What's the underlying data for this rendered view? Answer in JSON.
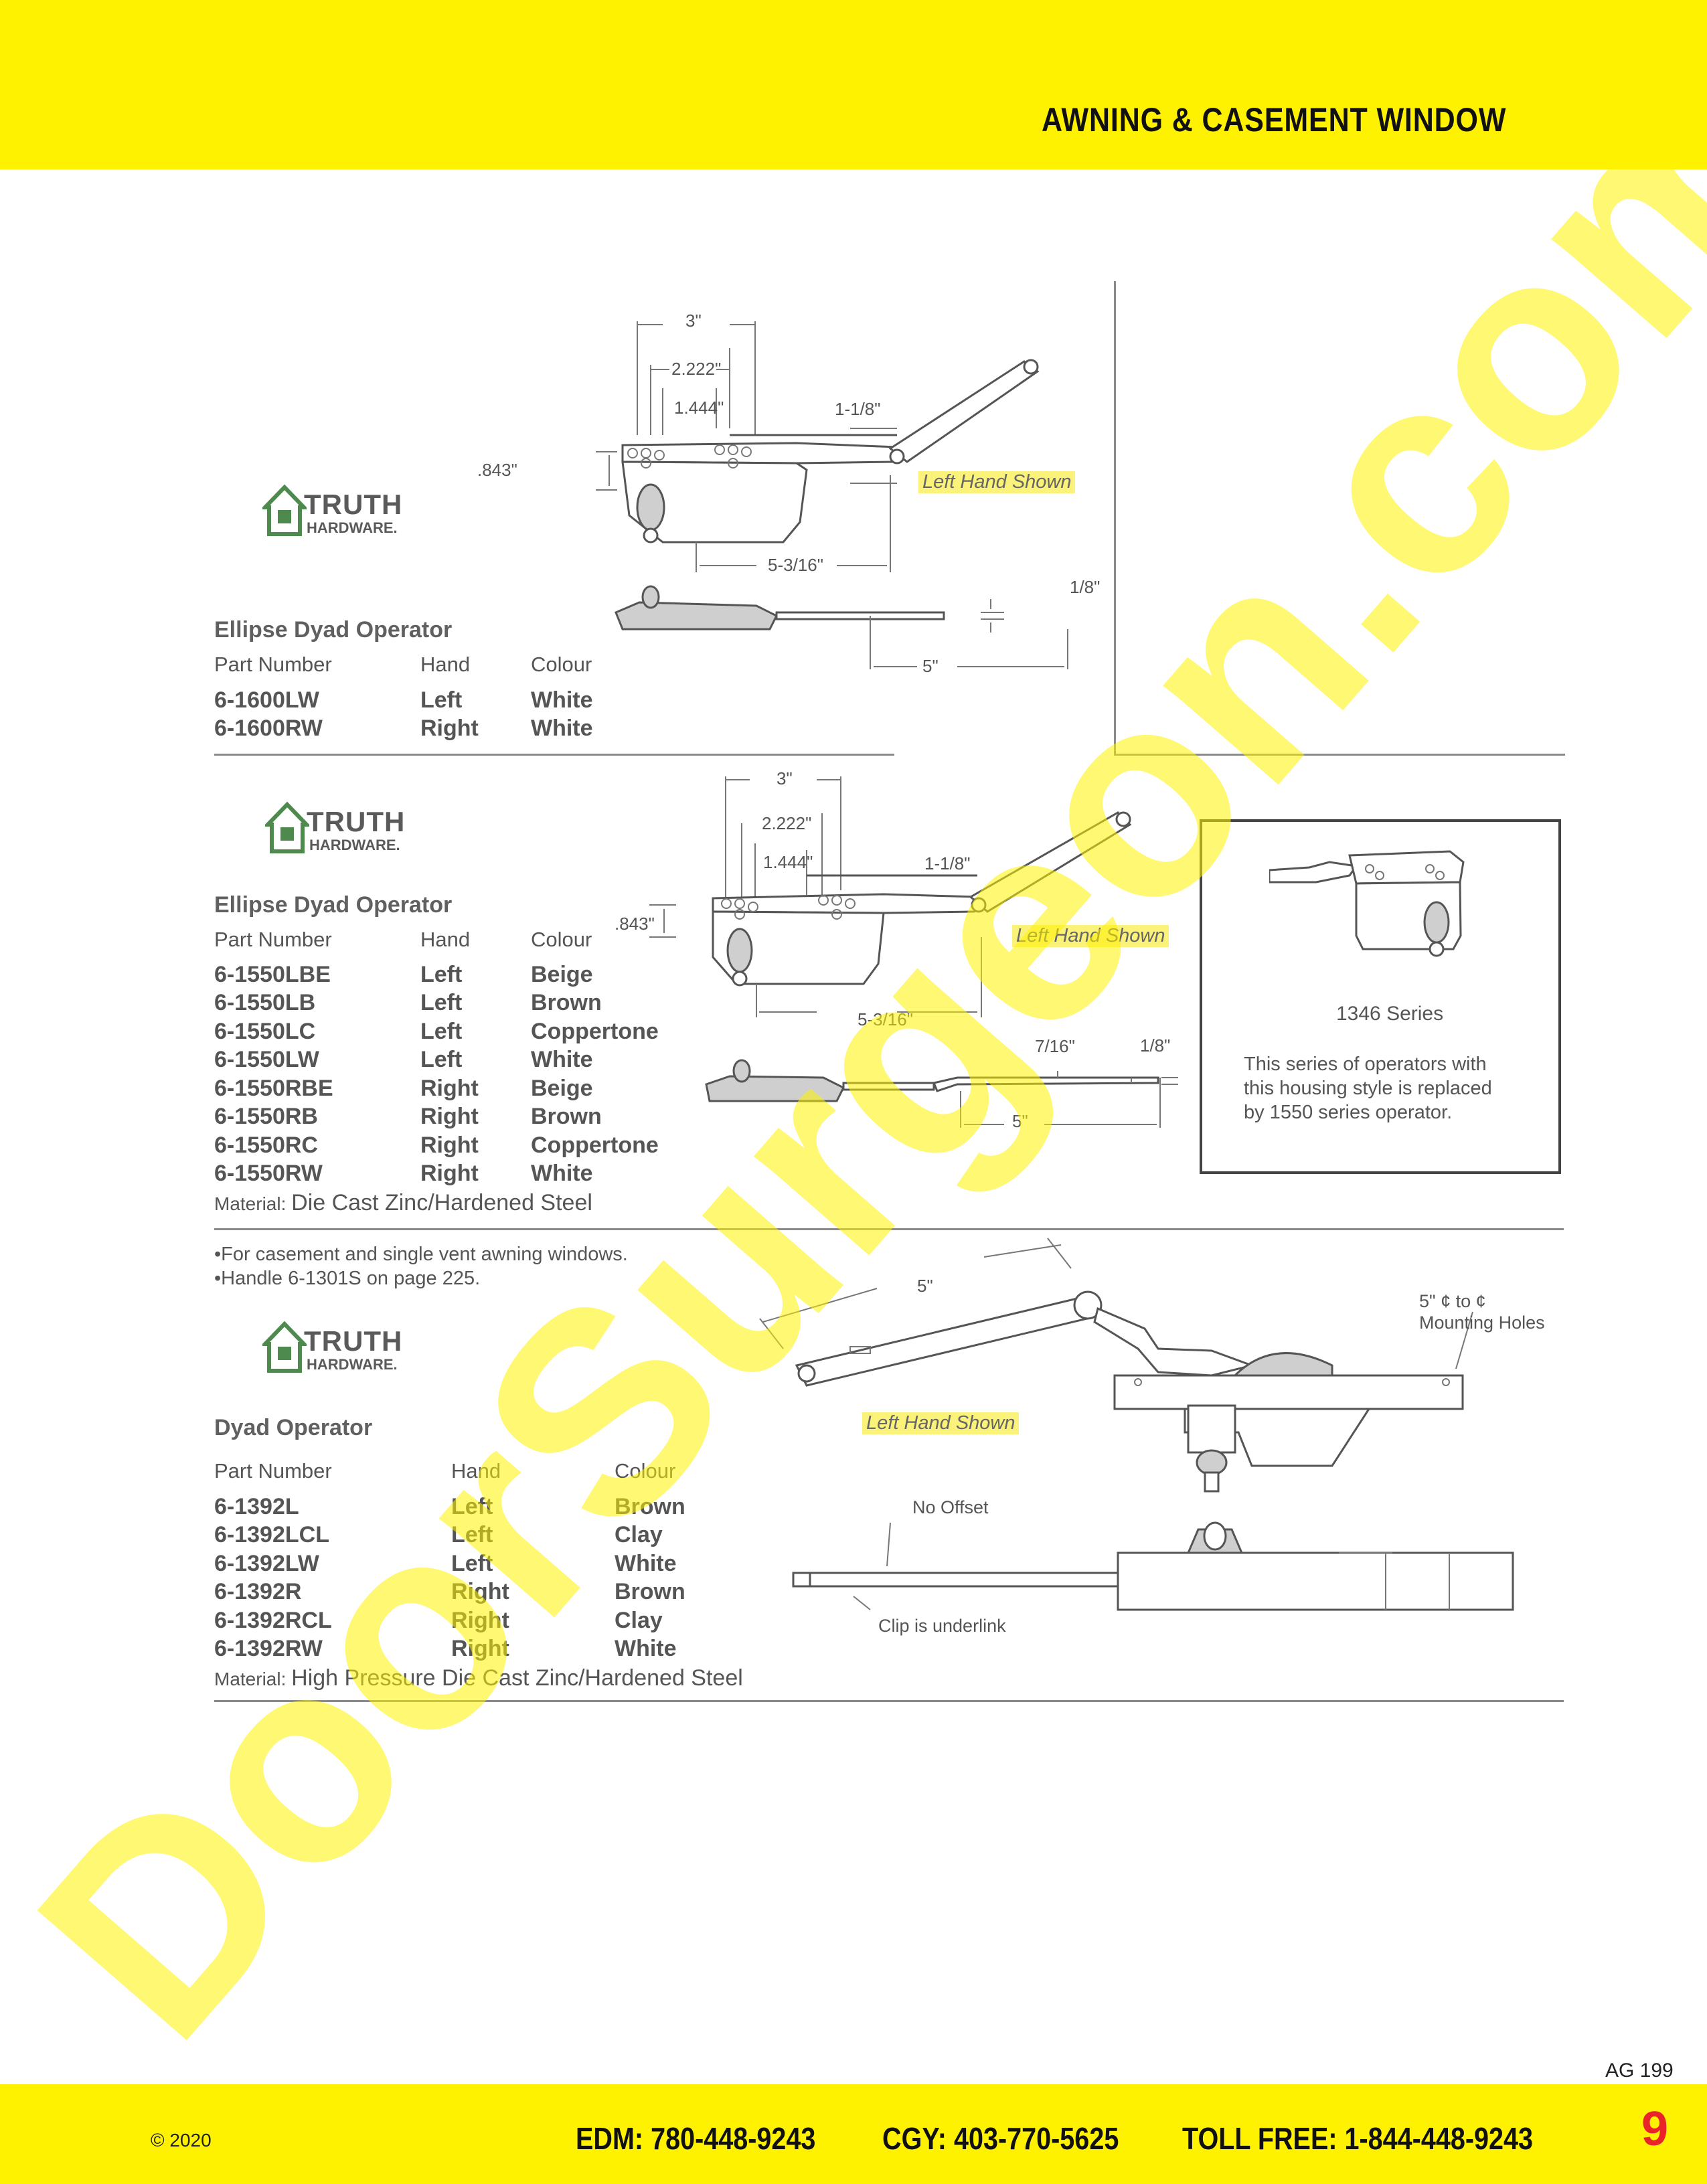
{
  "header": {
    "title": "AWNING & CASEMENT WINDOW"
  },
  "watermark": {
    "text": "DoorSurgeon.com"
  },
  "brand": {
    "word1": "TRUTH",
    "word2": "HARDWARE."
  },
  "labels": {
    "left_hand_shown": "Left Hand Shown",
    "material_label": "Material:"
  },
  "product1": {
    "title": "Ellipse Dyad Operator",
    "columns": [
      "Part Number",
      "Hand",
      "Colour"
    ],
    "rows": [
      [
        "6-1600LW",
        "Left",
        "White"
      ],
      [
        "6-1600RW",
        "Right",
        "White"
      ]
    ],
    "dims": {
      "d3": "3\"",
      "d2222": "2.222\"",
      "d1444": "1.444\"",
      "d118": "1-1/8\"",
      "d843": ".843\"",
      "d5316": "5-3/16\"",
      "d18": "1/8\"",
      "d5": "5\""
    }
  },
  "product2": {
    "title": "Ellipse Dyad Operator",
    "columns": [
      "Part Number",
      "Hand",
      "Colour"
    ],
    "rows": [
      [
        "6-1550LBE",
        "Left",
        "Beige"
      ],
      [
        "6-1550LB",
        "Left",
        "Brown"
      ],
      [
        "6-1550LC",
        "Left",
        "Coppertone"
      ],
      [
        "6-1550LW",
        "Left",
        "White"
      ],
      [
        "6-1550RBE",
        "Right",
        "Beige"
      ],
      [
        "6-1550RB",
        "Right",
        "Brown"
      ],
      [
        "6-1550RC",
        "Right",
        "Coppertone"
      ],
      [
        "6-1550RW",
        "Right",
        "White"
      ]
    ],
    "material": "Die Cast Zinc/Hardened Steel",
    "dims": {
      "d3": "3\"",
      "d2222": "2.222\"",
      "d1444": "1.444\"",
      "d118": "1-1/8\"",
      "d843": ".843\"",
      "d5316": "5-3/16\"",
      "d716": "7/16\"",
      "d18": "1/8\"",
      "d5": "5\""
    },
    "callout": {
      "series": "1346 Series",
      "lines": [
        "This series of operators with",
        "this housing style is replaced",
        "by 1550 series operator."
      ]
    }
  },
  "product3": {
    "notes": [
      "•For casement and single vent awning windows.",
      "•Handle 6-1301S on page 225."
    ],
    "title": "Dyad Operator",
    "columns": [
      "Part Number",
      "Hand",
      "Colour"
    ],
    "rows": [
      [
        "6-1392L",
        "Left",
        "Brown"
      ],
      [
        "6-1392LCL",
        "Left",
        "Clay"
      ],
      [
        "6-1392LW",
        "Left",
        "White"
      ],
      [
        "6-1392R",
        "Right",
        "Brown"
      ],
      [
        "6-1392RCL",
        "Right",
        "Clay"
      ],
      [
        "6-1392RW",
        "Right",
        "White"
      ]
    ],
    "material": "High Pressure Die Cast Zinc/Hardened Steel",
    "dims": {
      "d5": "5\"",
      "mount1": "5\" ¢ to ¢",
      "mount2": "Mounting Holes",
      "no_offset": "No Offset",
      "clip": "Clip is underlink"
    }
  },
  "footer": {
    "copyright": "© 2020",
    "edm": "EDM: 780-448-9243",
    "cgy": "CGY: 403-770-5625",
    "tollfree": "TOLL FREE: 1-844-448-9243",
    "page_number": "9",
    "code": "AG 199"
  },
  "colors": {
    "band": "#fff200",
    "watermark": "#fff200",
    "page_number": "#e8232a"
  }
}
